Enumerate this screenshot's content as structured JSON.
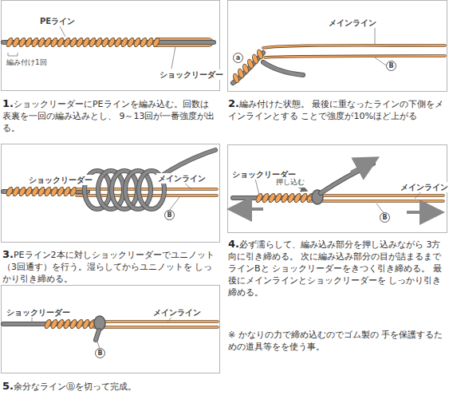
{
  "diagram": {
    "labels": [
      "PEライン",
      "編み付け1回",
      "ショックリーダー",
      "1.ショックリーダーにPEラインを編み込む。回数は 表裏を一回の編み込みとし、 9～13回が一番強度が出る。",
      "メインライン",
      "a",
      "B",
      "2.編み付けた状態。 最後に重なったラインの下側をメインラインとする ことで強度が10%ほど上がる",
      "ショックリーダー",
      "メインライン",
      "B",
      "3.PEライン2本に対しショックリーダーでユニノット （3回通す）を行う。湿らしてからユニノットを しっかり引き締める。",
      "ショックリーダー",
      "押し込む",
      "メインライン",
      "B",
      "4.必ず濡らして、編み込み部分を押し込みながら 3方向に引き締める。 次に編み込み部分の目が詰まるまでラインBと ショックリーダーをきつく引き締める。 最後にメインラインとショックリーダーを しっかり引き締める。",
      "※ かなりの力で締め込むのでゴム製の 手を保護するための道具等をを使う事。",
      "ショックリーダー",
      "メインライン",
      "B",
      "5.余分なラインⒷを切って完成。"
    ]
  }
}
